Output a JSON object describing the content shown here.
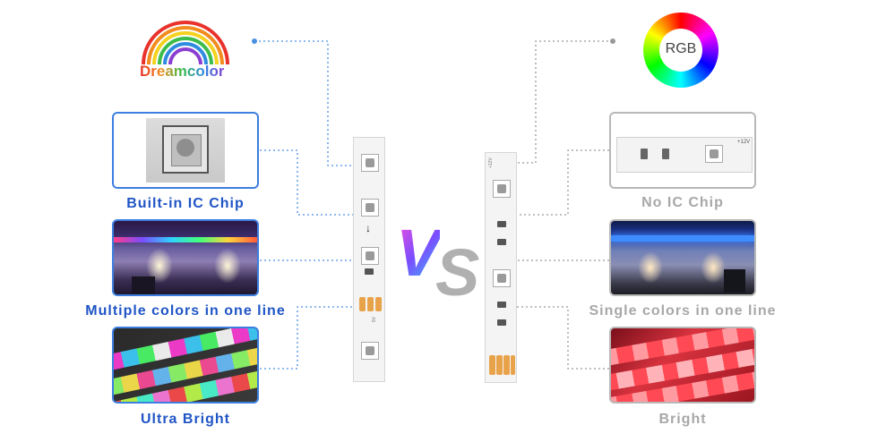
{
  "left": {
    "brand_label": "Dreamcolor",
    "features": [
      {
        "label": "Built-in IC Chip",
        "image": "ic-chip-photo"
      },
      {
        "label": "Multiple colors in one line",
        "image": "multicolor-room-photo"
      },
      {
        "label": "Ultra Bright",
        "image": "rgb-strip-closeup-photo"
      }
    ]
  },
  "center": {
    "vs_label": "VS"
  },
  "right": {
    "brand_label": "RGB",
    "features": [
      {
        "label": "No IC Chip",
        "image": "rgb-strip-diagram"
      },
      {
        "label": "Single colors in one line",
        "image": "blue-room-photo"
      },
      {
        "label": "Bright",
        "image": "red-strip-closeup-photo"
      }
    ]
  },
  "strip_labels": {
    "left_voltage": "5V",
    "right_voltage": "+12V",
    "arrow": "↓"
  },
  "colors": {
    "left_accent": "#1f55c6",
    "left_border": "#3d7fe0",
    "right_text": "#a8a8a8",
    "connector_dots": "#4a90e2",
    "connector_gray": "#999999",
    "pad": "#e8a24a"
  }
}
